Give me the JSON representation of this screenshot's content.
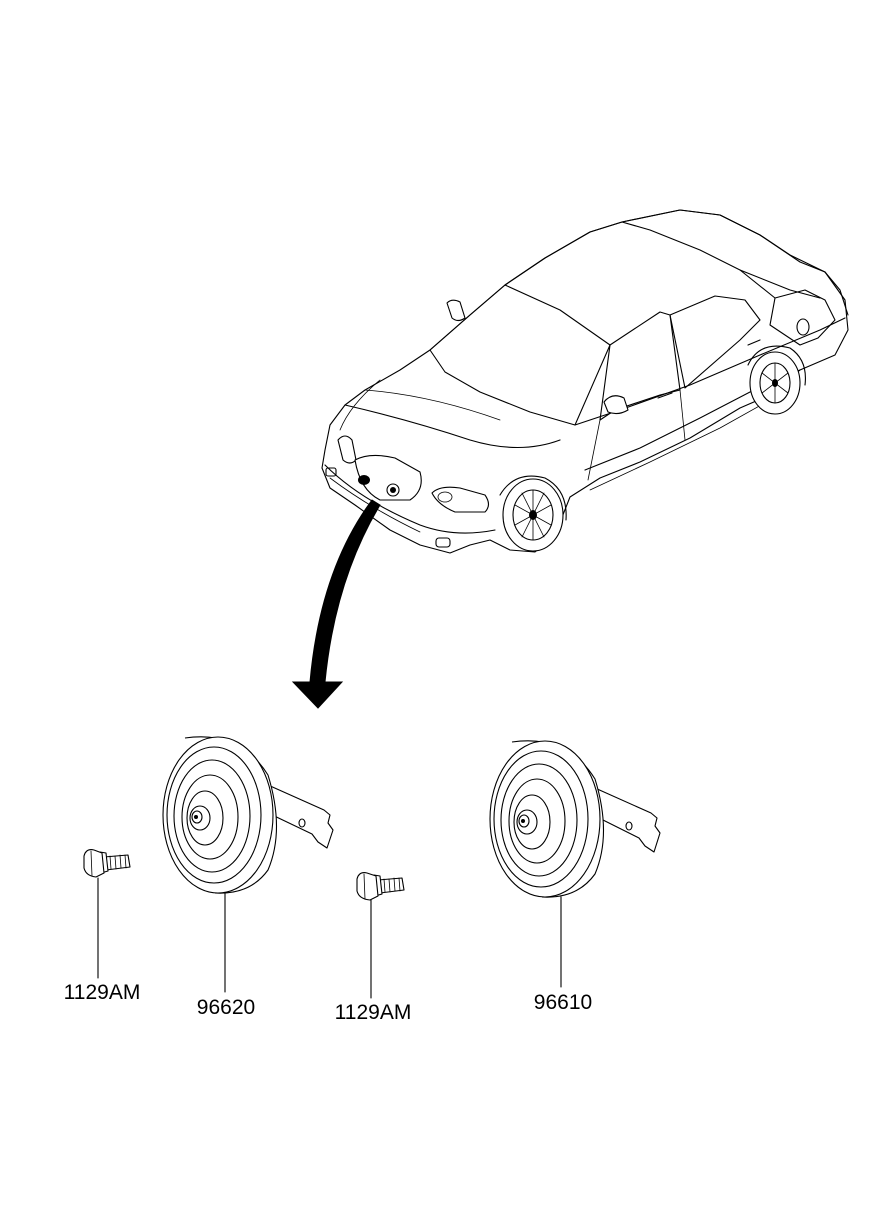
{
  "parts": [
    {
      "id": "bolt-left",
      "part_number": "1129AM",
      "description": "bolt"
    },
    {
      "id": "horn-left",
      "part_number": "96620",
      "description": "horn assembly"
    },
    {
      "id": "bolt-right",
      "part_number": "1129AM",
      "description": "bolt"
    },
    {
      "id": "horn-right",
      "part_number": "96610",
      "description": "horn assembly"
    }
  ],
  "colors": {
    "line": "#000000",
    "background": "#ffffff"
  }
}
